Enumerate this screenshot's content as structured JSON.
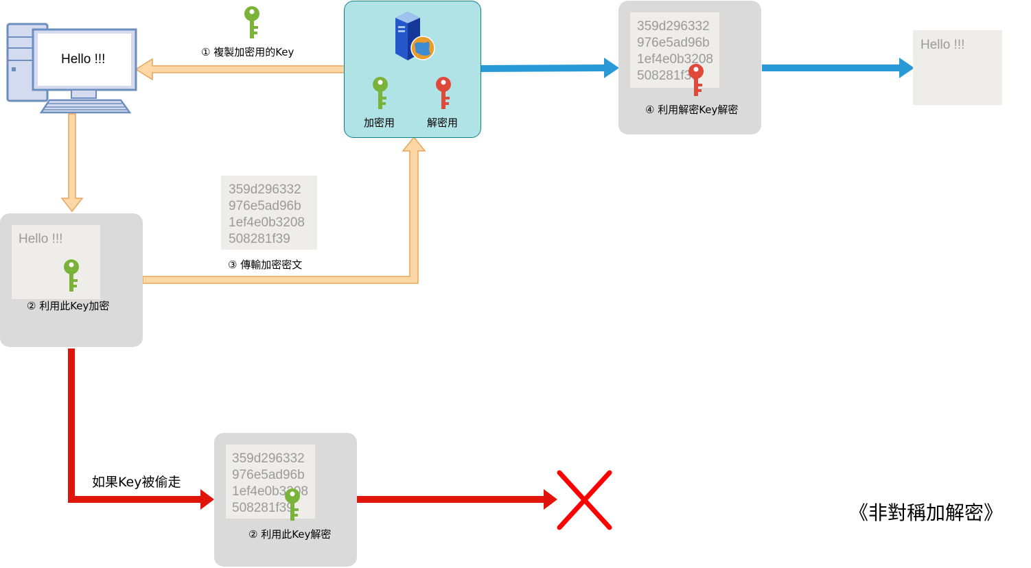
{
  "computer": {
    "screen_text": "Hello !!!"
  },
  "server": {
    "enc_label": "加密用",
    "dec_label": "解密用"
  },
  "edges": {
    "copy_key": "① 複製加密用的Key",
    "transmit": "③ 傳輸加密密文",
    "stolen": "如果Key被偷走"
  },
  "encrypt_box": {
    "plain_text": "Hello !!!",
    "caption": "② 利用此Key加密"
  },
  "cipher_transit": {
    "lines": [
      "359d296332",
      "976e5ad96b",
      "1ef4e0b3208",
      "508281f39"
    ]
  },
  "decrypt_box": {
    "lines": [
      "359d296332",
      "976e5ad96b",
      "1ef4e0b3208",
      "508281f39"
    ],
    "caption": "④ 利用解密Key解密"
  },
  "output": {
    "plain_text": "Hello !!!"
  },
  "attacker_box": {
    "lines": [
      "359d296332",
      "976e5ad96b",
      "1ef4e0b3208",
      "508281f39"
    ],
    "caption": "② 利用此Key解密"
  },
  "failure_icon": "x-mark-icon",
  "title": "《非對稱加解密》",
  "colors": {
    "key_green": "#7bb33a",
    "key_red": "#e0483a",
    "arrow_orange_fill": "#fdd7a6",
    "arrow_orange_stroke": "#e6a65a",
    "arrow_blue": "#2a9ad6",
    "arrow_red": "#e0140b",
    "cross_red": "#ff0000"
  }
}
